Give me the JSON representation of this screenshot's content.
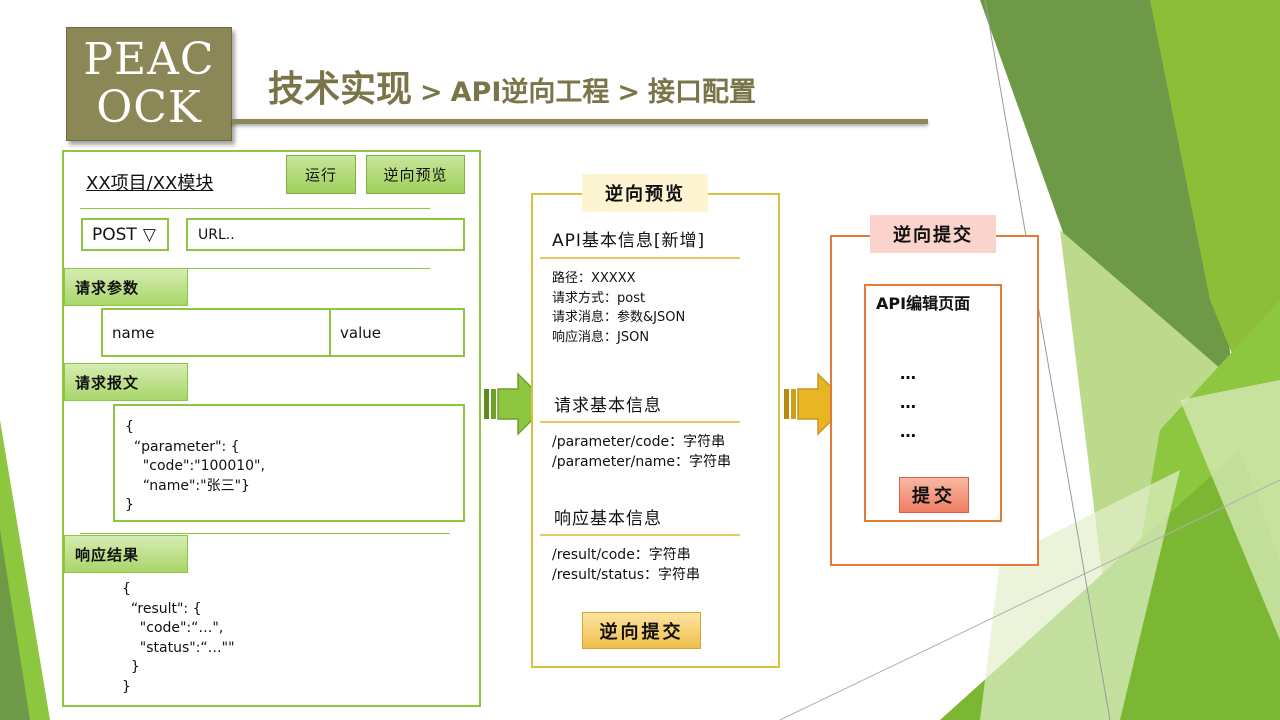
{
  "logo": {
    "line1": "PEAC",
    "line2": "OCK"
  },
  "header": {
    "title_main": "技术实现",
    "separator": ">",
    "crumb1": "API逆向工程",
    "crumb2": "接口配置"
  },
  "left_panel": {
    "project": "XX项目/XX模块",
    "run_button": "运行",
    "preview_button": "逆向预览",
    "method": "POST",
    "method_arrow": "▽",
    "url_placeholder": "URL..",
    "params_label": "请求参数",
    "param_name": "name",
    "param_value": "value",
    "body_label": "请求报文",
    "body_json": "{\n  “parameter\": {\n    \"code\":\"100010\",\n    “name\":\"张三\"}\n}",
    "result_label": "响应结果",
    "result_json": "{\n  “result\": {\n    \"code\":“…\",\n    \"status\":“…\"\"\n  }\n}"
  },
  "middle_panel": {
    "title": "逆向预览",
    "api_info_heading": "API基本信息[新增]",
    "api_info_lines": "路径：XXXXX\n请求方式：post\n请求消息：参数&JSON\n响应消息：JSON",
    "request_heading": "请求基本信息",
    "request_lines": "/parameter/code：字符串\n/parameter/name：字符串",
    "response_heading": "响应基本信息",
    "response_lines": "/result/code：字符串\n/result/status：字符串",
    "submit_button": "逆向提交"
  },
  "right_panel": {
    "title": "逆向提交",
    "inner_title": "API编辑页面",
    "dots": [
      "…",
      "…",
      "…"
    ],
    "submit_button": "提交"
  },
  "colors": {
    "accent_olive": "#8c8756",
    "green": "#8dc63f",
    "yellow": "#d4c240",
    "orange": "#e07b39"
  }
}
